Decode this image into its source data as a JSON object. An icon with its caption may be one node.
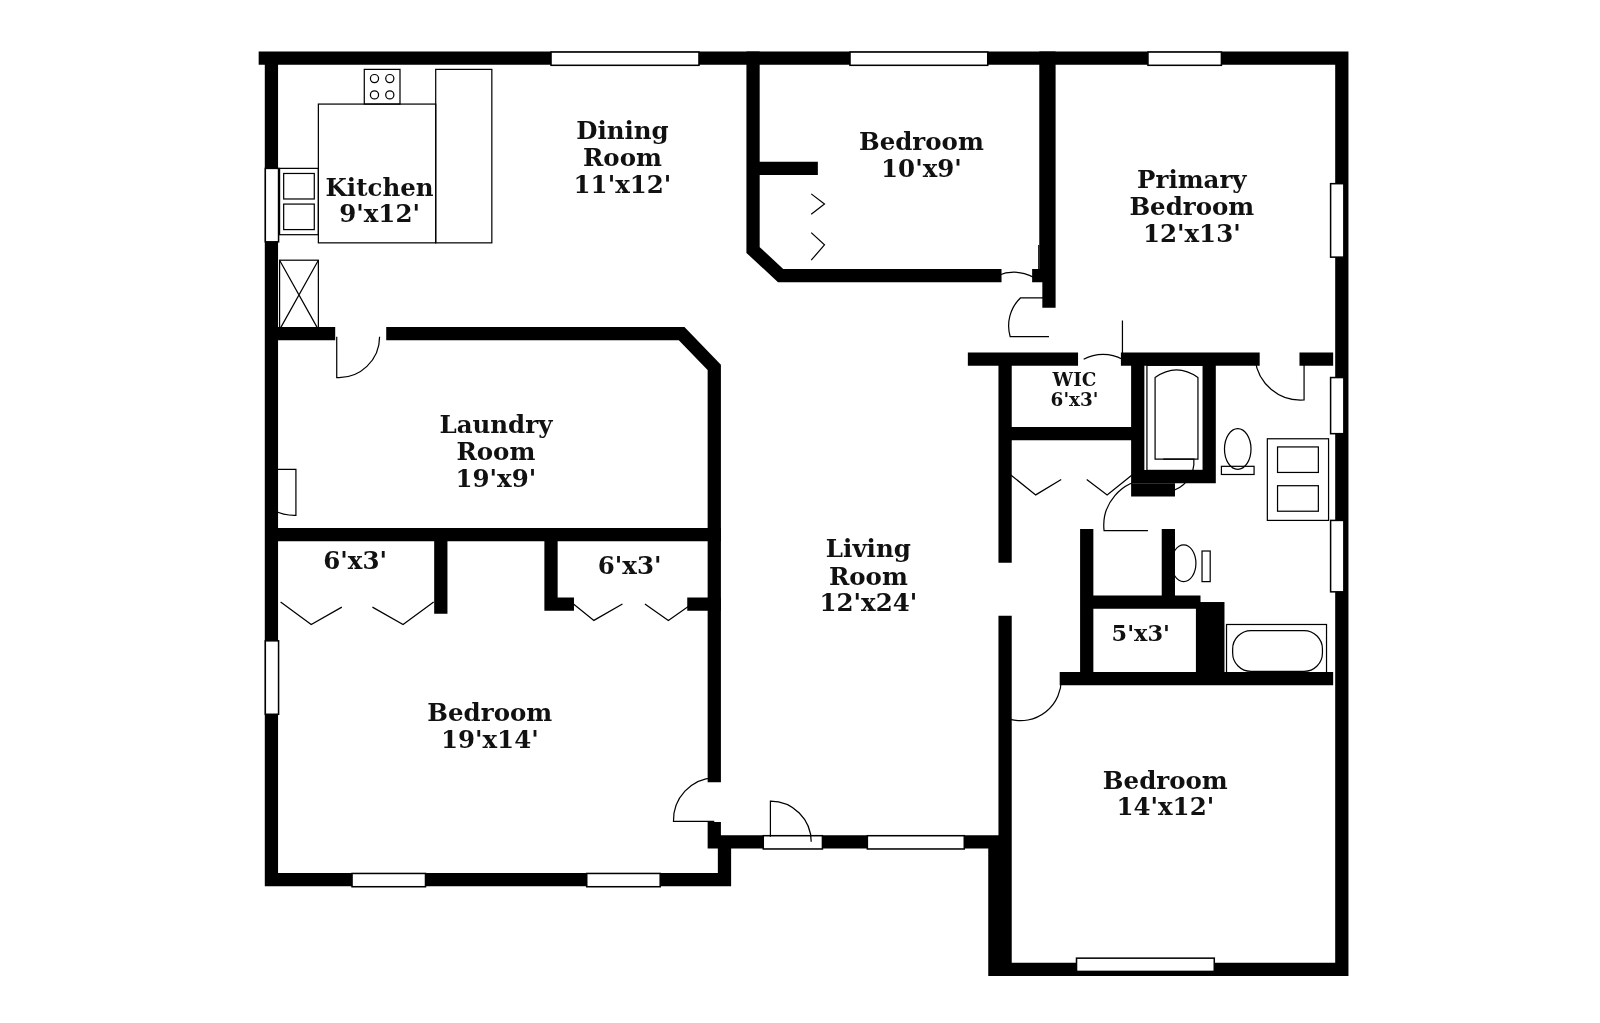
{
  "diagram": {
    "nodes": [
      {
        "text": [
          "Kitchen",
          "9'x12'"
        ]
      },
      {
        "text": [
          "Dining Room",
          "11'x12'"
        ]
      },
      {
        "text": [
          "Bedroom",
          "10'x9'"
        ]
      },
      {
        "text": [
          "Primary Bedroom",
          "12'x13'"
        ]
      },
      {
        "text": [
          "WIC",
          "6'x3'"
        ]
      },
      {
        "text": [
          "Laundry Room",
          "19'x9'"
        ]
      },
      {
        "text": [
          "Living Room",
          "12'x24'"
        ]
      },
      {
        "text": [
          "6'x3'"
        ]
      },
      {
        "text": [
          "6'x3'"
        ]
      },
      {
        "text": [
          "Bedroom",
          "19'x14'"
        ]
      },
      {
        "text": [
          "5'x3'"
        ]
      },
      {
        "text": [
          "Bedroom",
          "14'x12'"
        ]
      }
    ]
  }
}
